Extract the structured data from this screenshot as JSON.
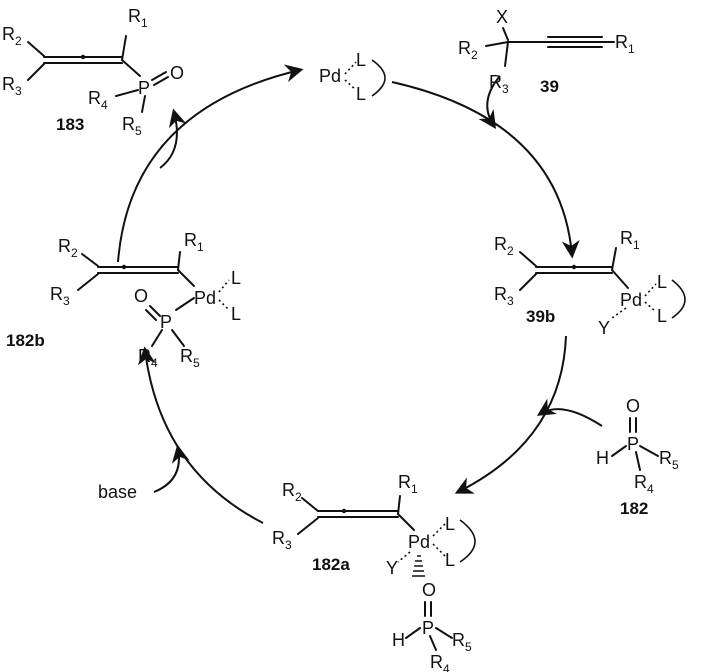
{
  "diagram": {
    "compounds": {
      "c183": "183",
      "c39": "39",
      "c39b": "39b",
      "c182": "182",
      "c182a": "182a",
      "c182b": "182b"
    },
    "atoms": {
      "pd": "Pd",
      "l": "L",
      "p": "P",
      "o": "O",
      "h": "H",
      "x": "X",
      "y": "Y",
      "r": "R",
      "idx1": "1",
      "idx2": "2",
      "idx3": "3",
      "idx4": "4",
      "idx5": "5"
    },
    "reagents": {
      "base": "base"
    }
  }
}
